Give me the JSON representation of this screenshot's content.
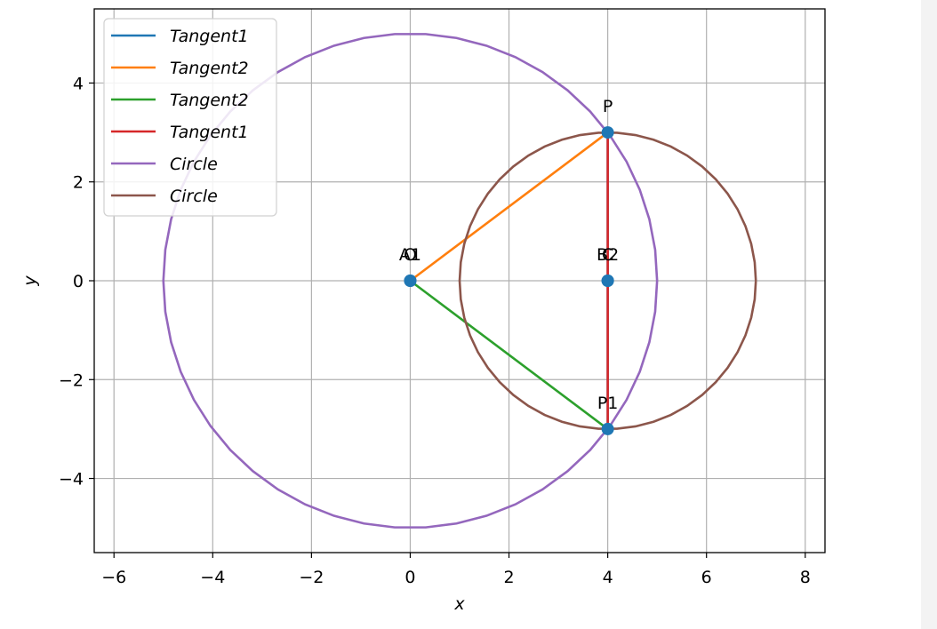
{
  "chart_data": {
    "type": "line",
    "xlabel": "x",
    "ylabel": "y",
    "xlim": [
      -6.4,
      8.4
    ],
    "ylim": [
      -5.5,
      5.5
    ],
    "xticks": [
      -6,
      -4,
      -2,
      0,
      2,
      4,
      6,
      8
    ],
    "yticks": [
      -4,
      -2,
      0,
      2,
      4
    ],
    "xtick_labels": [
      "−6",
      "−4",
      "−2",
      "0",
      "2",
      "4",
      "6",
      "8"
    ],
    "ytick_labels": [
      "−4",
      "−2",
      "0",
      "2",
      "4"
    ],
    "grid": true,
    "legend_position": "top-left",
    "series": [
      {
        "name": "Tangent1",
        "color": "#1f77b4",
        "kind": "segment",
        "x": [
          4,
          4
        ],
        "y": [
          3,
          -3
        ]
      },
      {
        "name": "Tangent2",
        "color": "#ff7f0e",
        "kind": "segment",
        "x": [
          0,
          4
        ],
        "y": [
          0,
          3
        ]
      },
      {
        "name": "Tangent2",
        "color": "#2ca02c",
        "kind": "segment",
        "x": [
          0,
          4
        ],
        "y": [
          0,
          -3
        ]
      },
      {
        "name": "Tangent1",
        "color": "#d62728",
        "kind": "segment",
        "x": [
          4,
          4
        ],
        "y": [
          3,
          -3
        ]
      },
      {
        "name": "Circle",
        "color": "#9467bd",
        "kind": "circle",
        "center": [
          0,
          0
        ],
        "radius": 5
      },
      {
        "name": "Circle",
        "color": "#8c564b",
        "kind": "circle",
        "center": [
          4,
          0
        ],
        "radius": 3
      }
    ],
    "points": [
      {
        "label": "O",
        "x": 0,
        "y": 0
      },
      {
        "label": "A1",
        "x": 0,
        "y": 0
      },
      {
        "label": "C",
        "x": 4,
        "y": 0
      },
      {
        "label": "B2",
        "x": 4,
        "y": 0
      },
      {
        "label": "P",
        "x": 4,
        "y": 3
      },
      {
        "label": "P1",
        "x": 4,
        "y": -3
      }
    ],
    "point_color": "#1f77b4"
  }
}
